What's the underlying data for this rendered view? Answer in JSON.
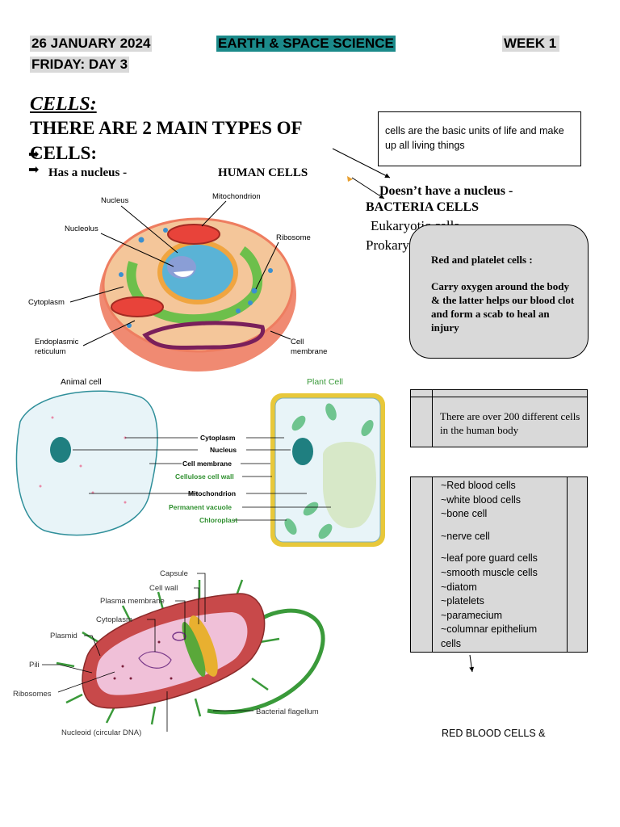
{
  "header": {
    "date": "26 JANUARY 2024",
    "subject": "EARTH & SPACE SCIENCE",
    "week": "WEEK 1",
    "day": "FRIDAY: DAY 3"
  },
  "heading": {
    "cells": "CELLS:",
    "line1": "THERE ARE 2 MAIN TYPES OF",
    "line2": "CELLS:"
  },
  "types": {
    "has_nucleus": "Has a nucleus -",
    "human_cells": "HUMAN CELLS",
    "no_nucleus": "Doesn’t have a nucleus -",
    "bacteria_cells": "BACTERIA CELLS",
    "eukaryotic": "Eukaryotic cells",
    "prokaryotic": "Prokaryotic cells"
  },
  "definition_box": {
    "text": "cells are the basic units of life and make up all living things"
  },
  "blood_box": {
    "title": "Red and platelet cells :",
    "body": "Carry oxygen around the body & the latter helps our blood clot and form a scab to heal an injury"
  },
  "count_box": {
    "text": "There are over 200 different cells in the human body"
  },
  "cell_list": {
    "items": [
      "~Red blood cells",
      "~white blood cells",
      "~bone cell",
      "~nerve cell",
      "~leaf pore guard cells",
      "~smooth muscle cells",
      "~diatom",
      "~platelets",
      "~paramecium",
      "~columnar epithelium cells"
    ]
  },
  "footer_text": "RED BLOOD CELLS &",
  "diagram_human": {
    "labels": {
      "nucleus": "Nucleus",
      "mitochondrion": "Mitochondrion",
      "nucleolus": "Nucleolus",
      "ribosome": "Ribosome",
      "cytoplasm": "Cytoplasm",
      "er_line1": "Endoplasmic",
      "er_line2": "reticulum",
      "membrane_line1": "Cell",
      "membrane_line2": "membrane"
    }
  },
  "diagram_plant_animal": {
    "animal_title": "Animal cell",
    "plant_title": "Plant Cell",
    "labels": {
      "cytoplasm": "Cytoplasm",
      "nucleus": "Nucleus",
      "cell_membrane": "Cell membrane",
      "cellulose_wall": "Cellulose cell wall",
      "mitochondrion": "Mitochondrion",
      "vacuole": "Permanent vacuole",
      "chloroplast": "Chloroplast"
    },
    "colors": {
      "animal_cell": "#e8f4f8",
      "plant_wall": "#e8c83a",
      "vacuole": "#d7e8c8",
      "chloroplast": "#6fc48f",
      "nucleus": "#1f7f80"
    }
  },
  "diagram_bacteria": {
    "labels": {
      "capsule": "Capsule",
      "cell_wall": "Cell wall",
      "plasma_membrane": "Plasma membrane",
      "cytoplasm": "Cytoplasm",
      "plasmid": "Plasmid",
      "pili": "Pili",
      "ribosomes": "Ribosomes",
      "flagellum": "Bacterial flagellum",
      "nucleoid": "Nucleoid (circular DNA)"
    }
  }
}
